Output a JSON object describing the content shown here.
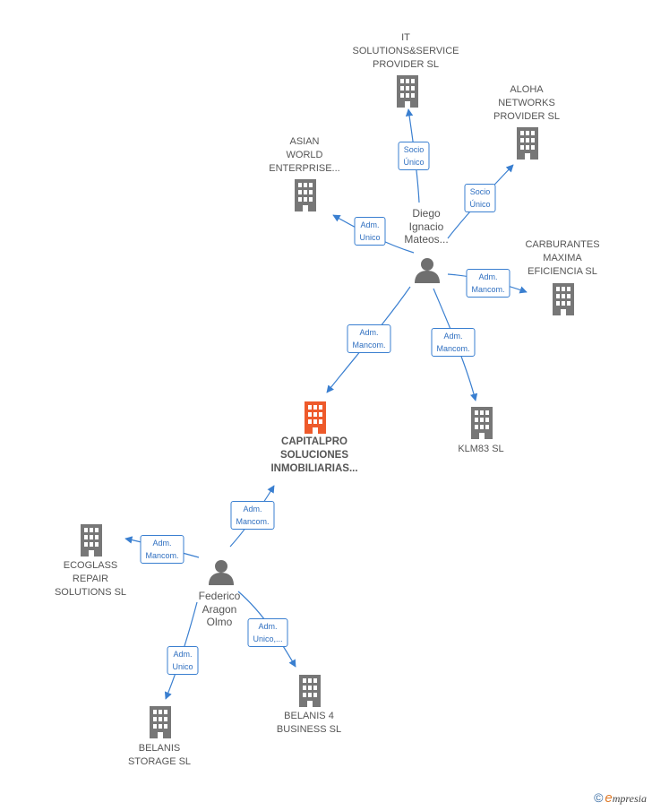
{
  "colors": {
    "edge": "#3a7fd0",
    "building": "#777777",
    "building_main": "#ee5a2b",
    "person": "#6f6f6f",
    "badge_text": "#2f6fc0"
  },
  "nodes": [
    {
      "id": "it",
      "type": "company",
      "lines": [
        "IT",
        "SOLUTIONS&SERVICE",
        "PROVIDER  SL"
      ]
    },
    {
      "id": "aloha",
      "type": "company",
      "lines": [
        "ALOHA",
        "NETWORKS",
        "PROVIDER  SL"
      ]
    },
    {
      "id": "asian",
      "type": "company",
      "lines": [
        "ASIAN",
        "WORLD",
        "ENTERPRISE..."
      ]
    },
    {
      "id": "diego",
      "type": "person",
      "lines": [
        "Diego",
        "Ignacio",
        "Mateos..."
      ]
    },
    {
      "id": "carb",
      "type": "company",
      "lines": [
        "CARBURANTES",
        "MAXIMA",
        "EFICIENCIA  SL"
      ]
    },
    {
      "id": "capital",
      "type": "company-main",
      "lines": [
        "CAPITALPRO",
        "SOLUCIONES",
        "INMOBILIARIAS..."
      ]
    },
    {
      "id": "klm",
      "type": "company",
      "lines": [
        "KLM83  SL"
      ]
    },
    {
      "id": "ecoglass",
      "type": "company",
      "lines": [
        "ECOGLASS",
        "REPAIR",
        "SOLUTIONS  SL"
      ]
    },
    {
      "id": "federico",
      "type": "person",
      "lines": [
        "Federico",
        "Aragon",
        "Olmo"
      ]
    },
    {
      "id": "belanis4",
      "type": "company",
      "lines": [
        "BELANIS 4",
        "BUSINESS  SL"
      ]
    },
    {
      "id": "belanisst",
      "type": "company",
      "lines": [
        "BELANIS",
        "STORAGE  SL"
      ]
    }
  ],
  "edges": [
    {
      "from": "diego",
      "to": "it",
      "label": [
        "Socio",
        "Único"
      ]
    },
    {
      "from": "diego",
      "to": "aloha",
      "label": [
        "Socio",
        "Único"
      ]
    },
    {
      "from": "diego",
      "to": "asian",
      "label": [
        "Adm.",
        "Unico"
      ]
    },
    {
      "from": "diego",
      "to": "carb",
      "label": [
        "Adm.",
        "Mancom."
      ]
    },
    {
      "from": "diego",
      "to": "capital",
      "label": [
        "Adm.",
        "Mancom."
      ]
    },
    {
      "from": "diego",
      "to": "klm",
      "label": [
        "Adm.",
        "Mancom."
      ]
    },
    {
      "from": "federico",
      "to": "capital",
      "label": [
        "Adm.",
        "Mancom."
      ]
    },
    {
      "from": "federico",
      "to": "ecoglass",
      "label": [
        "Adm.",
        "Mancom."
      ]
    },
    {
      "from": "federico",
      "to": "belanis4",
      "label": [
        "Adm.",
        "Unico,..."
      ]
    },
    {
      "from": "federico",
      "to": "belanisst",
      "label": [
        "Adm.",
        "Unico"
      ]
    }
  ],
  "footer": {
    "copyright": "©",
    "brand_initial": "e",
    "brand_rest": "mpresia"
  }
}
